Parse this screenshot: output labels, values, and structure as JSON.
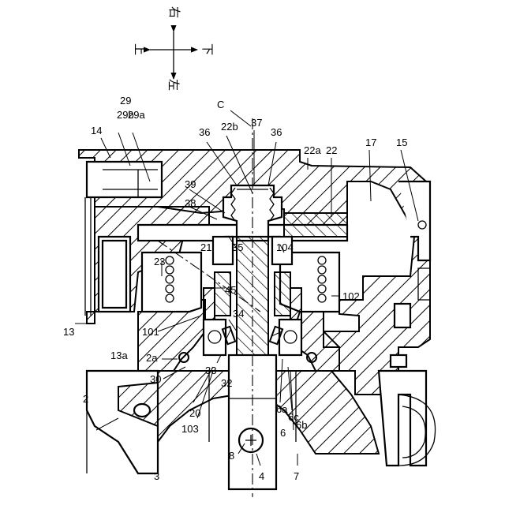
{
  "directions": {
    "right": "右",
    "up": "上",
    "down": "下",
    "left": "左"
  },
  "center_line": "C",
  "labels": {
    "n2": "2",
    "n2a": "2a",
    "n3": "3",
    "n4": "4",
    "n6": "6",
    "n6a": "6a",
    "n6b": "6b",
    "n6c": "6c",
    "n7": "7",
    "n8": "8",
    "n13": "13",
    "n13a": "13a",
    "n14": "14",
    "n15": "15",
    "n17": "17",
    "n20": "20",
    "n21": "21",
    "n22": "22",
    "n22a": "22a",
    "n22b": "22b",
    "n23": "23",
    "n29": "29",
    "n29a": "29a",
    "n29b": "29b",
    "n30": "30",
    "n32": "32",
    "n33": "33",
    "n34": "34",
    "n35": "35",
    "n36a": "36",
    "n36b": "36",
    "n37": "37",
    "n38": "38",
    "n39": "39",
    "n45": "45",
    "n101": "101",
    "n102": "102",
    "n103": "103",
    "n104": "104"
  }
}
